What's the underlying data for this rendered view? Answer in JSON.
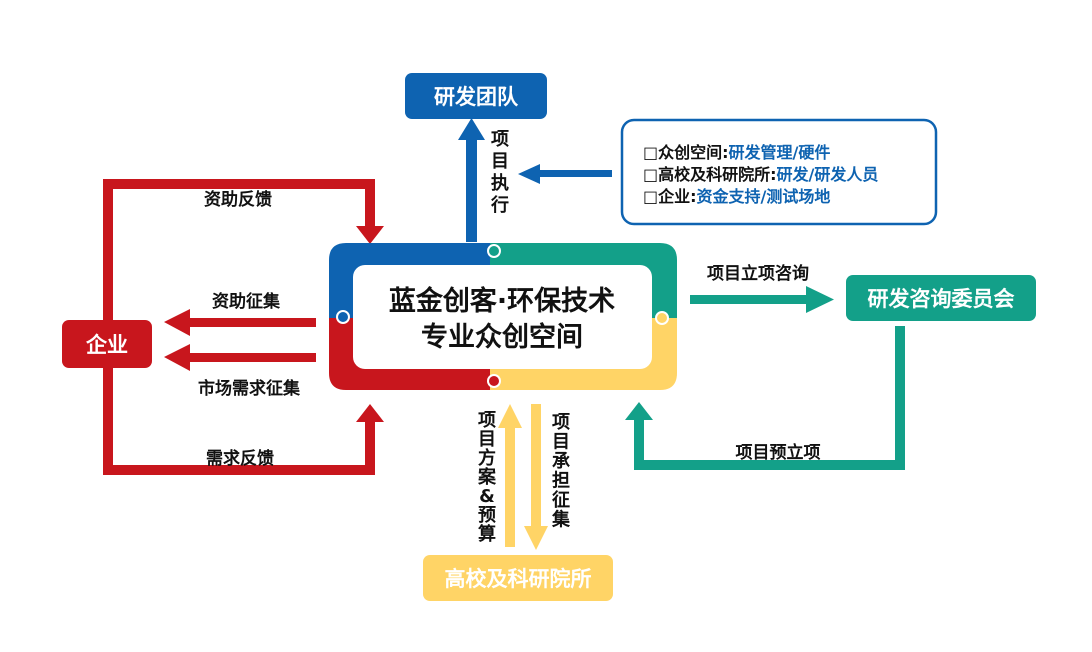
{
  "colors": {
    "red": "#c8161d",
    "blue": "#0e63b1",
    "teal": "#13a089",
    "yellow": "#ffd466",
    "ink": "#111111"
  },
  "center": {
    "line1": "蓝金创客·环保技术",
    "line2": "专业众创空间"
  },
  "nodes": {
    "rd_team": "研发团队",
    "enterprise": "企业",
    "consult_committee": "研发咨询委员会",
    "universities": "高校及科研院所"
  },
  "info_box": {
    "rows": [
      {
        "bullet": "□",
        "prefix": "众创空间:",
        "highlight": "研发管理/硬件"
      },
      {
        "bullet": "□",
        "prefix": "高校及科研院所:",
        "highlight": "研发/研发人员"
      },
      {
        "bullet": "□",
        "prefix": "企业:",
        "highlight": "资金支持/测试场地"
      }
    ]
  },
  "labels": {
    "project_execution": "项目执行",
    "funding_feedback": "资助反馈",
    "funding_collection": "资助征集",
    "market_demand_collection": "市场需求征集",
    "demand_feedback": "需求反馈",
    "project_approval_consult": "项目立项咨询",
    "project_pre_approval": "项目预立项",
    "project_plan_budget": "项目方案&预算",
    "project_undertake_collection": "项目承担征集"
  }
}
